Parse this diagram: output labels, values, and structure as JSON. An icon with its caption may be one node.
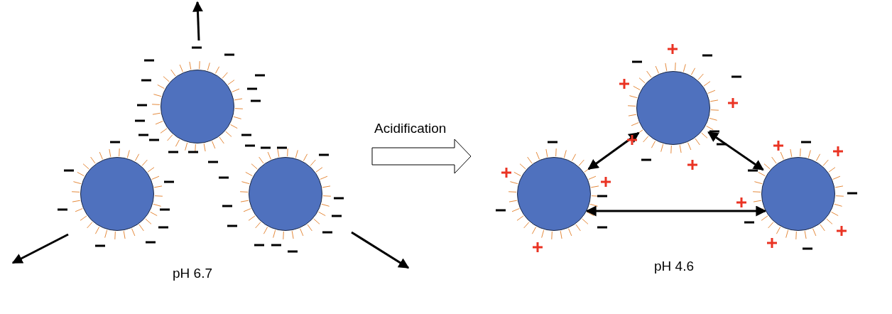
{
  "diagram": {
    "nodes": [
      {
        "text": [],
        "shape": "circle"
      },
      {
        "text": [],
        "shape": "circle"
      },
      {
        "text": [],
        "shape": "circle"
      },
      {
        "text": [],
        "shape": "circle"
      },
      {
        "text": [],
        "shape": "circle"
      },
      {
        "text": [],
        "shape": "circle"
      }
    ],
    "edges": [
      {
        "from": 3,
        "to": 4,
        "arrow": "both"
      },
      {
        "from": 4,
        "to": 5,
        "arrow": "both"
      },
      {
        "from": 3,
        "to": 5,
        "arrow": "both"
      }
    ],
    "labels": [
      "Acidification",
      "pH 6.7",
      "pH 4.6"
    ]
  }
}
